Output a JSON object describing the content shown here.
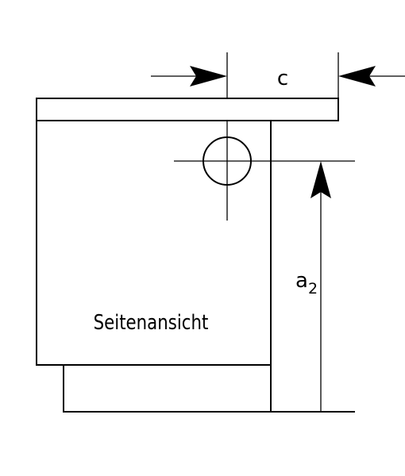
{
  "labels": {
    "dimension_c": "c",
    "dimension_a": "a",
    "dimension_a_subscript": "2",
    "view_name": "Seitenansicht"
  },
  "colors": {
    "line": "#000000",
    "background": "#ffffff"
  }
}
